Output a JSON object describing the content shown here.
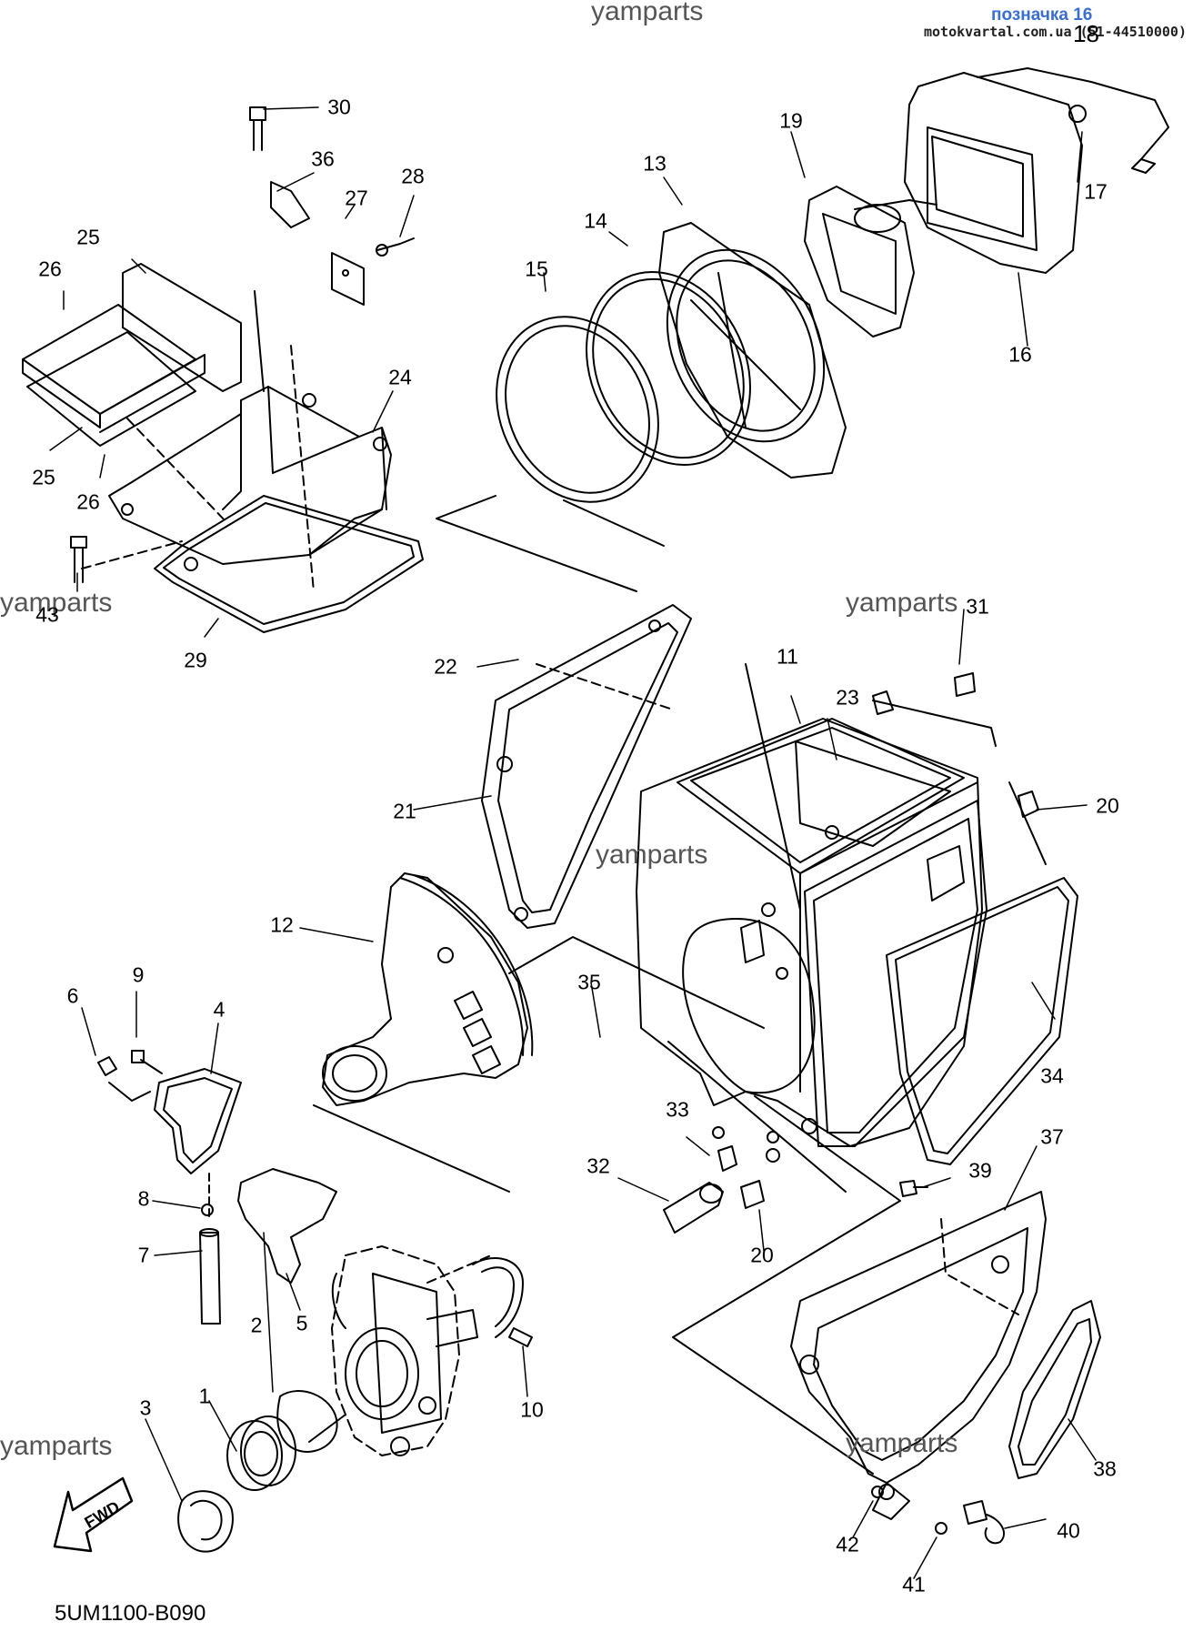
{
  "header": {
    "title": "позначка 16",
    "site": "motokvartal.com.ua (51-44510000)",
    "page_number": "18"
  },
  "watermark": "yamparts",
  "diagram_code": "5UM1100-B090",
  "fwd_label": "FWD",
  "callouts": [
    "1",
    "2",
    "3",
    "4",
    "5",
    "6",
    "7",
    "8",
    "9",
    "10",
    "11",
    "12",
    "13",
    "14",
    "15",
    "16",
    "17",
    "19",
    "20",
    "20",
    "21",
    "22",
    "23",
    "24",
    "25",
    "25",
    "26",
    "26",
    "27",
    "28",
    "29",
    "30",
    "31",
    "32",
    "33",
    "34",
    "35",
    "36",
    "37",
    "38",
    "39",
    "40",
    "41",
    "42",
    "43"
  ]
}
